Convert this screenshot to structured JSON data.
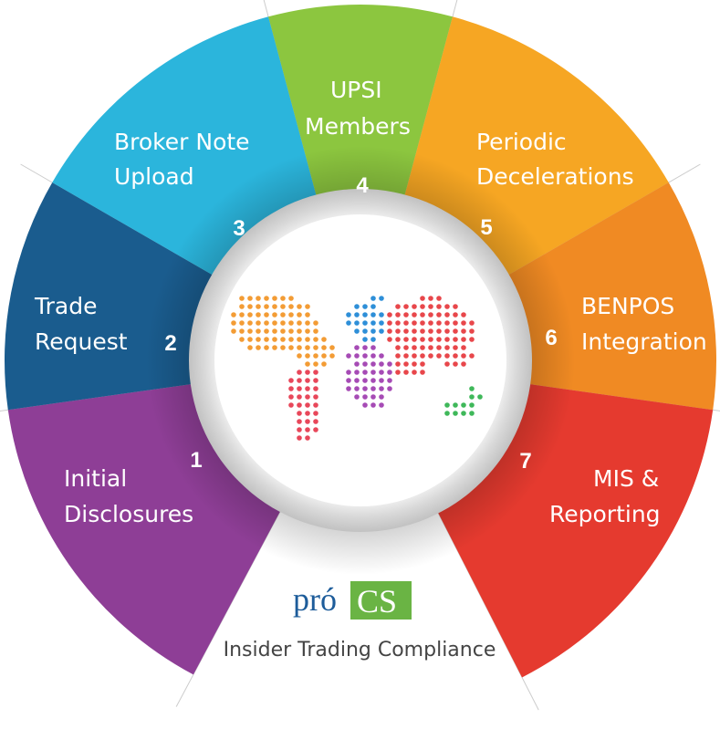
{
  "segments": [
    {
      "number": "1",
      "lines": [
        "Initial",
        "Disclosures"
      ],
      "color": "#8e3e96"
    },
    {
      "number": "2",
      "lines": [
        "Trade",
        "Request"
      ],
      "color": "#1a5c8e"
    },
    {
      "number": "3",
      "lines": [
        "Broker Note",
        "Upload"
      ],
      "color": "#2bb5dc"
    },
    {
      "number": "4",
      "lines": [
        "UPSI",
        "Members"
      ],
      "color": "#8cc63f"
    },
    {
      "number": "5",
      "lines": [
        "Periodic",
        "Decelerations"
      ],
      "color": "#f6a623"
    },
    {
      "number": "6",
      "lines": [
        "BENPOS",
        "Integration"
      ],
      "color": "#f08a23"
    },
    {
      "number": "7",
      "lines": [
        "MIS &",
        "Reporting"
      ],
      "color": "#e53a2f"
    }
  ],
  "brand": {
    "pro": "pró",
    "cs": "CS",
    "cs_color": "#6ab444"
  },
  "tagline": "Insider Trading Compliance",
  "map_colors": {
    "north_america": "#f39c35",
    "south_america": "#e8475a",
    "europe": "#2e8fd8",
    "africa": "#a64bb5",
    "asia": "#e8474b",
    "oceania": "#3fb85a"
  }
}
